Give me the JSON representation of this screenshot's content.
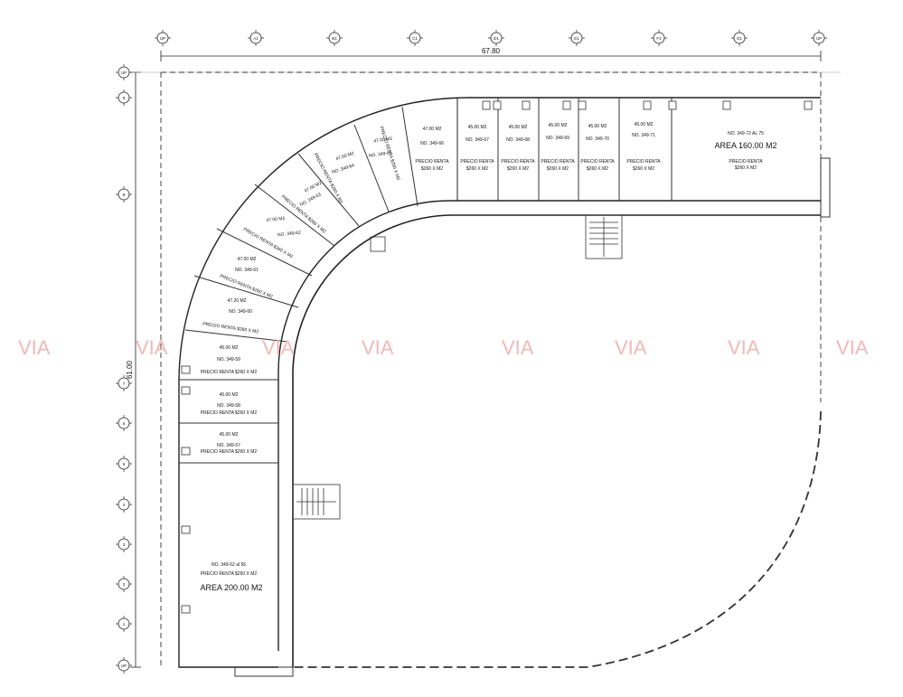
{
  "dimensions": {
    "width_total": "67.80",
    "height_total": "61.00"
  },
  "grid": {
    "top": [
      "UP",
      "A1",
      "B1",
      "C1",
      "D1",
      "E1",
      "F1",
      "G1",
      "UP"
    ],
    "left": [
      "UP",
      "9",
      "8",
      "7",
      "6",
      "5",
      "4",
      "3",
      "2",
      "1",
      "UP"
    ]
  },
  "watermark": "VIA",
  "units": {
    "top": [
      {
        "area": "47.00 M2",
        "no": "NO. 349-66",
        "l1": "PRECIO RENTA",
        "l2": "$260 X M2"
      },
      {
        "area": "45.00 M2",
        "no": "NO. 349-67",
        "l1": "PRECIO RENTA",
        "l2": "$260 X M2"
      },
      {
        "area": "45.00 M2",
        "no": "NO. 349-68",
        "l1": "PRECIO RENTA",
        "l2": "$260 X M2"
      },
      {
        "area": "45.00 M2",
        "no": "NO. 349-69",
        "l1": "PRECIO RENTA",
        "l2": "$260 X M2"
      },
      {
        "area": "45.00 M2",
        "no": "NO. 349-70",
        "l1": "PRECIO RENTA",
        "l2": "$260 X M2"
      },
      {
        "area": "45.00 M2",
        "no": "NO. 349-71",
        "l1": "PRECIO RENTA",
        "l2": "$260 X M2"
      }
    ],
    "big_top": {
      "no": "NO. 349-72 AL 75",
      "area": "AREA 160.00 M2",
      "l1": "PRECIO RENTA",
      "l2": "$260 X M2"
    },
    "curve": [
      {
        "area": "47.00 M2",
        "no": "NO. 349-65",
        "price": "PRECIO RENTA $260 X M2"
      },
      {
        "area": "47.00 M2",
        "no": "NO. 349-64",
        "price": "PRECIO RENTA $260 X M2"
      },
      {
        "area": "47.00 M2",
        "no": "NO. 349-63",
        "price": "PRECIO RENTA $260 X M2"
      },
      {
        "area": "47.00 M2",
        "no": "NO. 349-62",
        "price": "PRECIO RENTA $260 X M2"
      },
      {
        "area": "47.00 M2",
        "no": "NO. 349-61",
        "price": "PRECIO RENTA $260 X M2"
      },
      {
        "area": "47.20 M2",
        "no": "NO. 349-60",
        "price": "PRECIO RENTA $260 X M2"
      }
    ],
    "left": [
      {
        "area": "45.00 M2",
        "no": "NO. 349-59",
        "price": "PRECIO RENTA $260 X M2"
      },
      {
        "area": "45.00 M2",
        "no": "NO. 349-58",
        "price": "PRECIO RENTA $260 X M2"
      },
      {
        "area": "45.00 M2",
        "no": "NO. 349-57",
        "price": "PRECIO RENTA $260 X M2"
      }
    ],
    "big_left": {
      "no": "NO. 349-52 al 56",
      "price": "PRECIO RENTA $260 X M2",
      "area": "AREA 200.00 M2"
    }
  }
}
